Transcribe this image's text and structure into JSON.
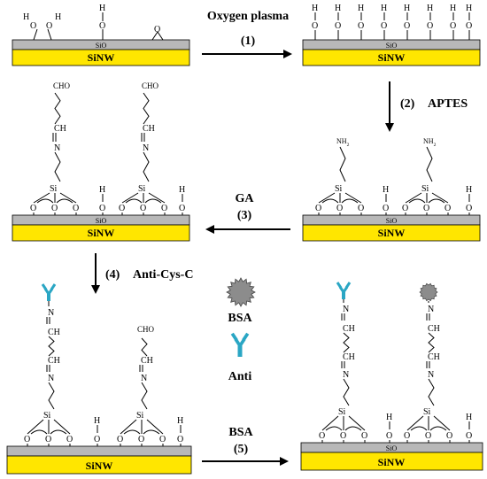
{
  "steps": [
    {
      "name": "Oxygen plasma",
      "number": "(1)"
    },
    {
      "name": "APTES",
      "number": "(2)"
    },
    {
      "name": "GA",
      "number": "(3)"
    },
    {
      "name": "Anti-Cys-C",
      "number": "(4)"
    },
    {
      "name": "BSA",
      "number": "(5)"
    }
  ],
  "legend": {
    "bsa": "BSA",
    "anti": "Anti"
  },
  "layers": {
    "oxide": "SiO",
    "oxide_sub": "2",
    "wire": "SiNW"
  },
  "atoms": {
    "o": "O",
    "h": "H",
    "n": "N",
    "si": "Si",
    "ch": "CH",
    "cho": "CHO",
    "nh2": "NH",
    "nh2_sub": "2"
  },
  "colors": {
    "oxide": "#b8b8b8",
    "wire": "#ffe600",
    "antibody": "#2aa6c4",
    "bsa": "#8c8c8c",
    "arrow": "#000000"
  }
}
